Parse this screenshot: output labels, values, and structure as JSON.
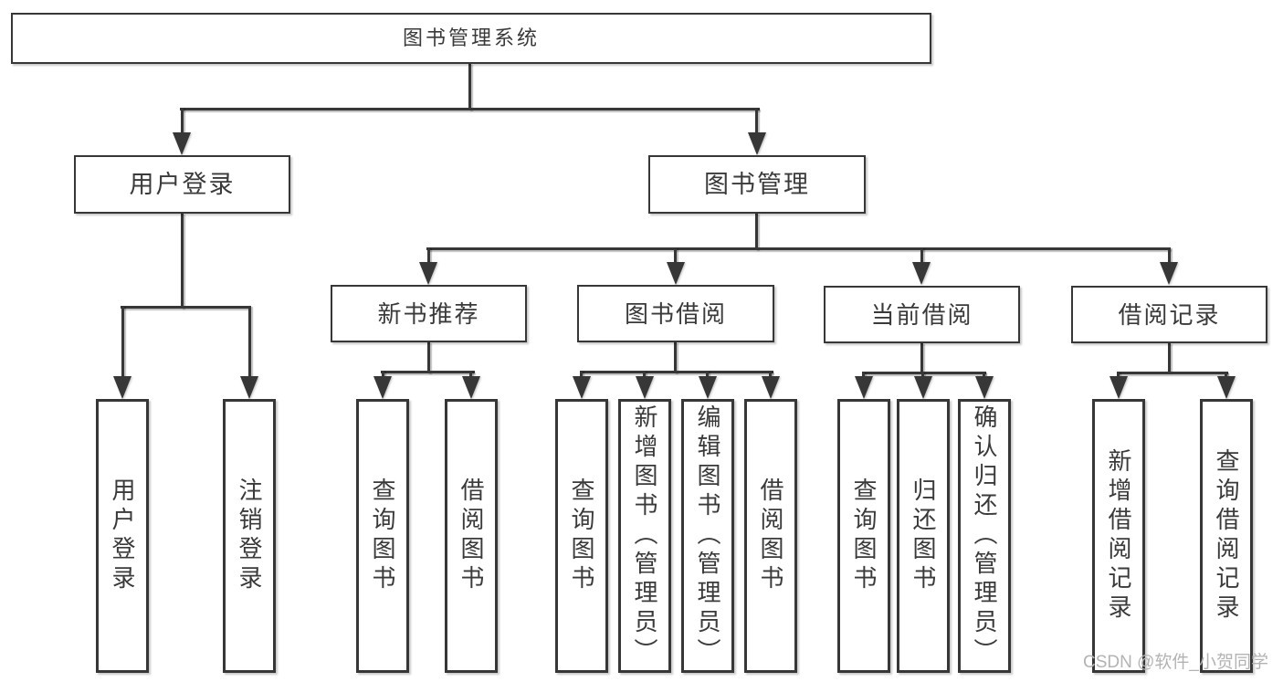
{
  "diagram_type": "hierarchy-tree",
  "tree": {
    "label": "图书管理系统",
    "children": [
      {
        "label": "用户登录",
        "children": [
          {
            "label": "用户登录"
          },
          {
            "label": "注销登录"
          }
        ]
      },
      {
        "label": "图书管理",
        "children": [
          {
            "label": "新书推荐",
            "children": [
              {
                "label": "查询图书"
              },
              {
                "label": "借阅图书"
              }
            ]
          },
          {
            "label": "图书借阅",
            "children": [
              {
                "label": "查询图书"
              },
              {
                "label": "新增图书（管理员）"
              },
              {
                "label": "编辑图书（管理员）"
              },
              {
                "label": "借阅图书"
              }
            ]
          },
          {
            "label": "当前借阅",
            "children": [
              {
                "label": "查询图书"
              },
              {
                "label": "归还图书"
              },
              {
                "label": "确认归还（管理员）"
              }
            ]
          },
          {
            "label": "借阅记录",
            "children": [
              {
                "label": "新增借阅记录"
              },
              {
                "label": "查询借阅记录"
              }
            ]
          }
        ]
      }
    ]
  },
  "watermark": {
    "text": "CSDN @软件_小贺同学"
  },
  "colors": {
    "background": "#ffffff",
    "line": "#373737",
    "text": "#3a3a3a",
    "watermark": "#b3b3b3"
  }
}
